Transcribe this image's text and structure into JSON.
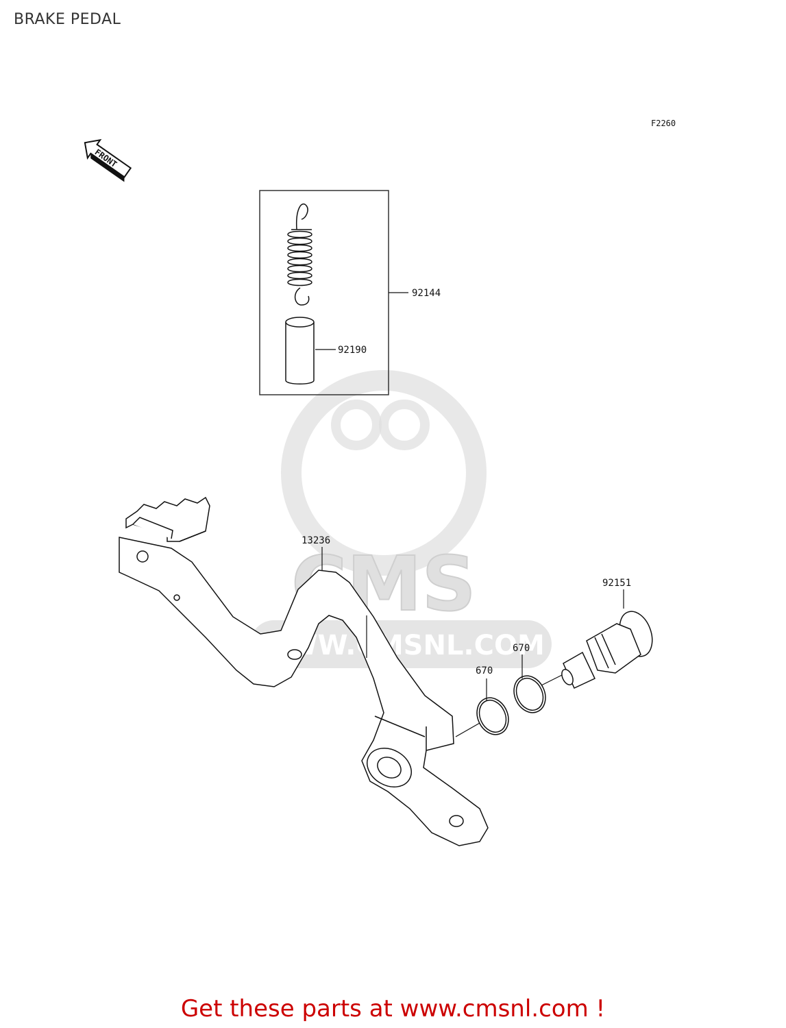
{
  "header": {
    "title": "BRAKE PEDAL"
  },
  "diagram": {
    "figure_code": "F2260",
    "front_marker": "FRONT",
    "watermark_text": "CMS",
    "watermark_url": "WWW.CMSNL.COM",
    "parts": [
      {
        "id": "p1",
        "number": "92144",
        "item": "spring"
      },
      {
        "id": "p2",
        "number": "92190",
        "item": "sleeve"
      },
      {
        "id": "p3",
        "number": "13236",
        "item": "brake pedal"
      },
      {
        "id": "p4",
        "number": "92151",
        "item": "pivot bolt"
      },
      {
        "id": "p5",
        "number": "670",
        "item": "o-ring"
      },
      {
        "id": "p6",
        "number": "670",
        "item": "o-ring"
      }
    ]
  },
  "footer": {
    "cta": "Get these parts at www.cmsnl.com !"
  },
  "colors": {
    "line": "#111111",
    "watermark": "#d9d9d9",
    "cta": "#cc0000"
  }
}
